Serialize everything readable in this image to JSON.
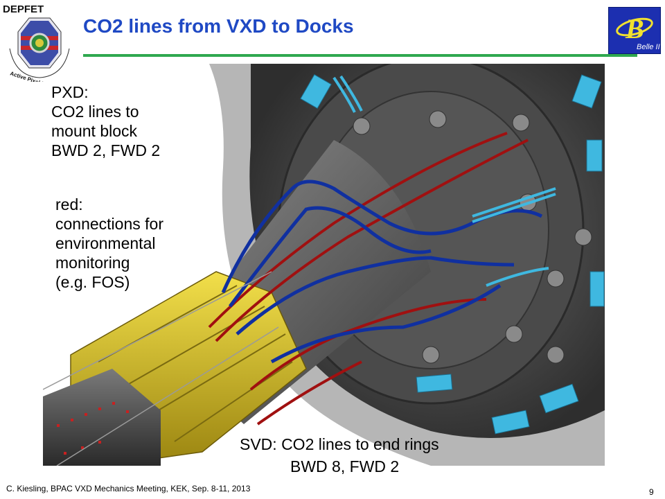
{
  "title": "CO2 lines from VXD to Docks",
  "logos": {
    "left_top_text": "DEPFET",
    "left_ring_text": "Active Pixel Detector",
    "right_text": "Belle II"
  },
  "notes": {
    "pxd": [
      "PXD:",
      "CO2 lines to",
      "mount block",
      "BWD 2, FWD 2"
    ],
    "red": [
      "red:",
      "connections for",
      "environmental",
      "monitoring",
      "(e.g. FOS)"
    ],
    "svd_line1": "SVD: CO2 lines to end rings",
    "svd_line2": "BWD 8, FWD 2"
  },
  "footer": "C. Kiesling, BPAC VXD Mechanics Meeting, KEK, Sep. 8-11, 2013",
  "page_number": "9",
  "colors": {
    "title": "#1f49c4",
    "rule": "#2fa84f",
    "pipe_red": "#a01010",
    "pipe_blue": "#1030a0",
    "pipe_cyan": "#3fb8e0",
    "gold": "#d9c02a"
  }
}
